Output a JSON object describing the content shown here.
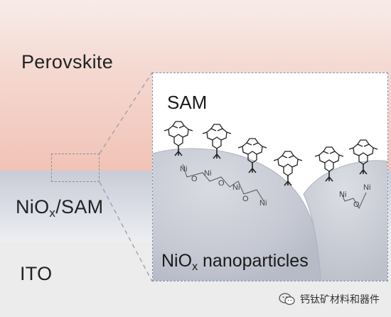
{
  "layers": {
    "perovskite": "Perovskite",
    "nio_main": "NiO",
    "nio_sub": "x",
    "nio_tail": "/SAM",
    "ito": "ITO"
  },
  "inset": {
    "sam_label": "SAM",
    "np_main": "NiO",
    "np_sub": "x",
    "np_tail": " nanoparticles",
    "atom_ni": "Ni",
    "atom_o": "O"
  },
  "watermark": {
    "text": "钙钛矿材料和器件",
    "icon": "wechat-icon"
  },
  "colors": {
    "perovskite": "#f2c3b6",
    "nio_sam": "#c9ccd7",
    "ito": "#ececec",
    "nanoparticle": "#c7cad4",
    "inset_border": "#7f8fb3"
  }
}
